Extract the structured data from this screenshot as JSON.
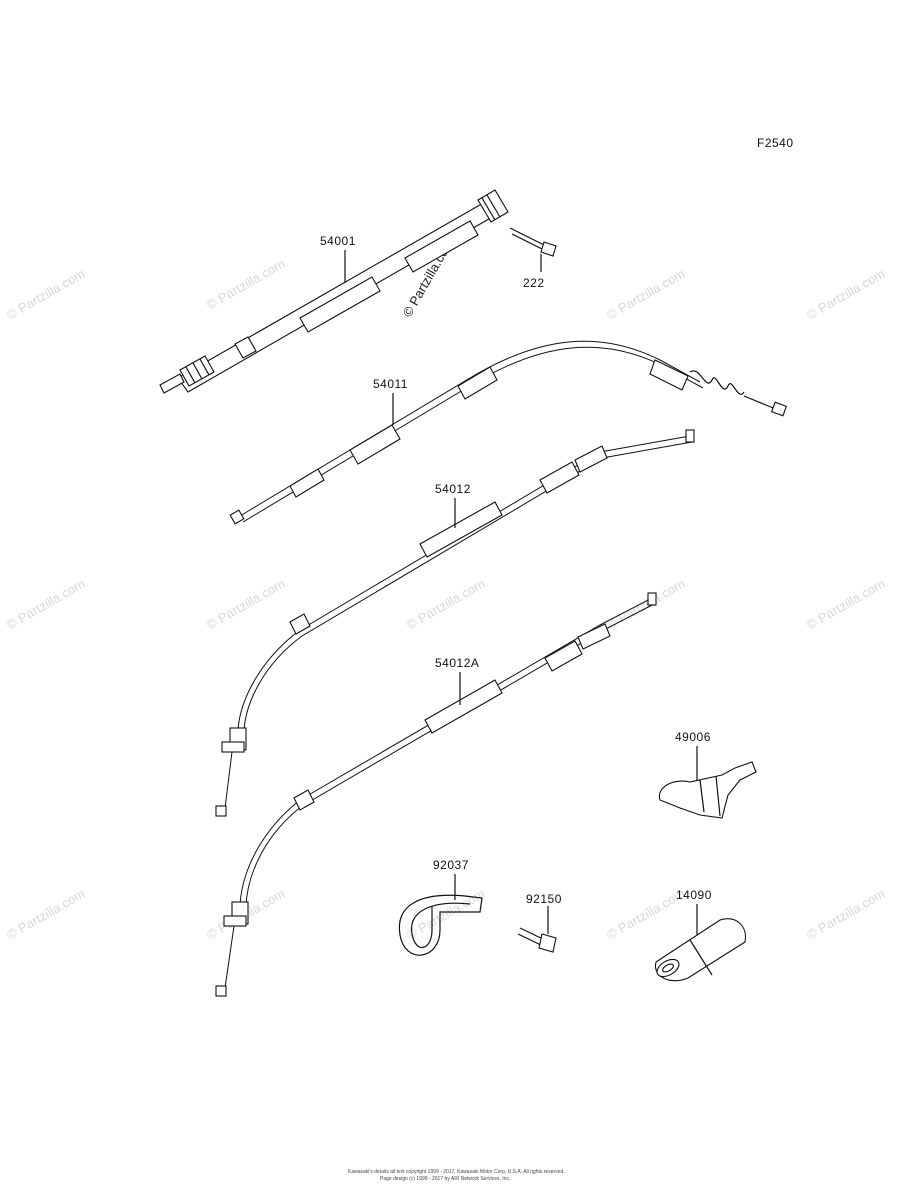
{
  "diagram_code": "F2540",
  "watermark": "© Partzilla.com",
  "parts": {
    "speedo_cable": "54001",
    "screw": "222",
    "throttle_cable": "54011",
    "clutch_cable": "54012",
    "clutch_cable_a": "54012A",
    "boot": "49006",
    "clamp": "92037",
    "bolt": "92150",
    "cap": "14090"
  },
  "footer": {
    "line1": "Kawasaki's details all text copyright 1999 - 2017, Kawasaki Motor Corp, U.S.A. All rights reserved.",
    "line2": "Page design (c) 1999 - 2017 by ARI Network Services, Inc."
  }
}
